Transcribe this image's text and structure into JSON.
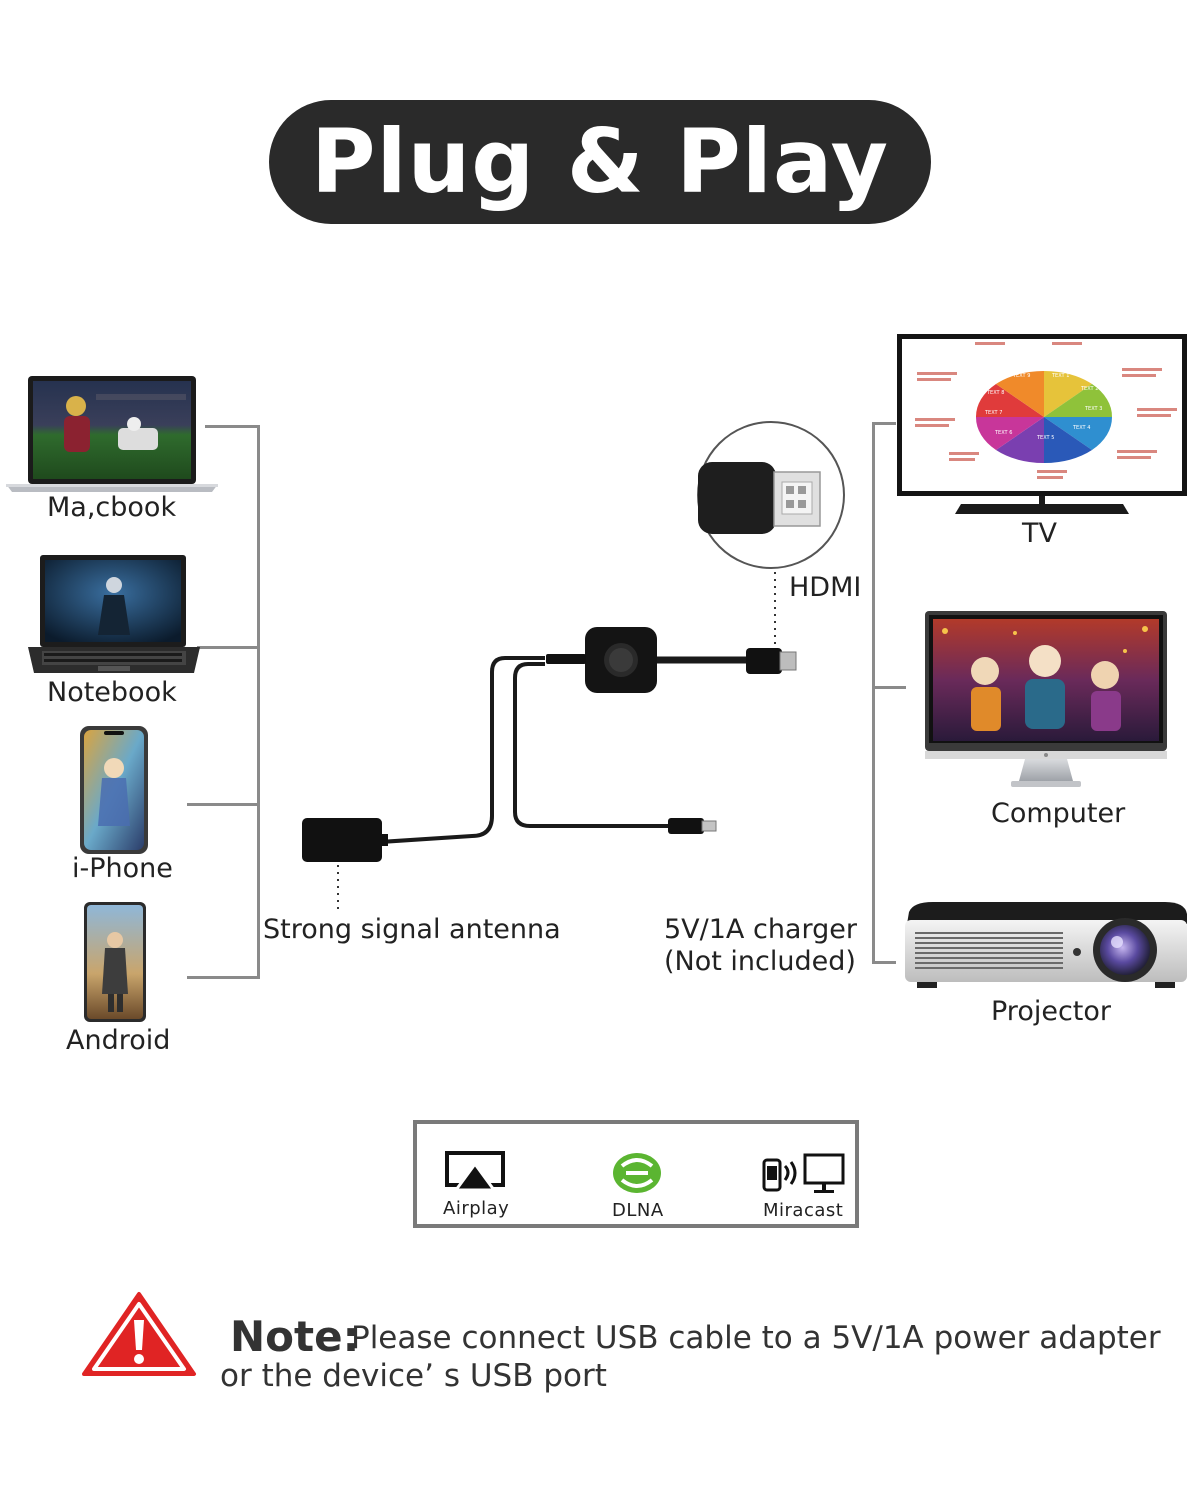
{
  "title": "Plug & Play",
  "devices_left": [
    {
      "label": "Ma,cbook",
      "icon": "laptop-macbook-icon"
    },
    {
      "label": "Notebook",
      "icon": "laptop-notebook-icon"
    },
    {
      "label": "i-Phone",
      "icon": "phone-iphone-icon"
    },
    {
      "label": "Android",
      "icon": "phone-android-icon"
    }
  ],
  "devices_right": [
    {
      "label": "TV",
      "icon": "tv-icon"
    },
    {
      "label": "Computer",
      "icon": "monitor-icon"
    },
    {
      "label": "Projector",
      "icon": "projector-icon"
    }
  ],
  "tv_chart_texts": [
    "TEXT 1",
    "TEXT 2",
    "TEXT 3",
    "TEXT 4",
    "TEXT 5",
    "TEXT 6",
    "TEXT 7",
    "TEXT 8",
    "TEXT 9"
  ],
  "dongle": {
    "hdmi_label": "HDMI",
    "antenna_label": "Strong signal antenna",
    "charger_label_line1": "5V/1A  charger",
    "charger_label_line2": "(Not   included)"
  },
  "protocols": [
    {
      "label": "Airplay",
      "icon": "airplay-icon"
    },
    {
      "label": "DLNA",
      "icon": "dlna-icon"
    },
    {
      "label": "Miracast",
      "icon": "miracast-icon"
    }
  ],
  "note": {
    "title": "Note:",
    "line1": "Please connect USB cable to a 5V/1A power adapter",
    "line2": "or the device’  s USB port"
  },
  "colors": {
    "pill": "#2a2a2a",
    "warning": "#e02424",
    "dlna_green": "#5bb531"
  }
}
